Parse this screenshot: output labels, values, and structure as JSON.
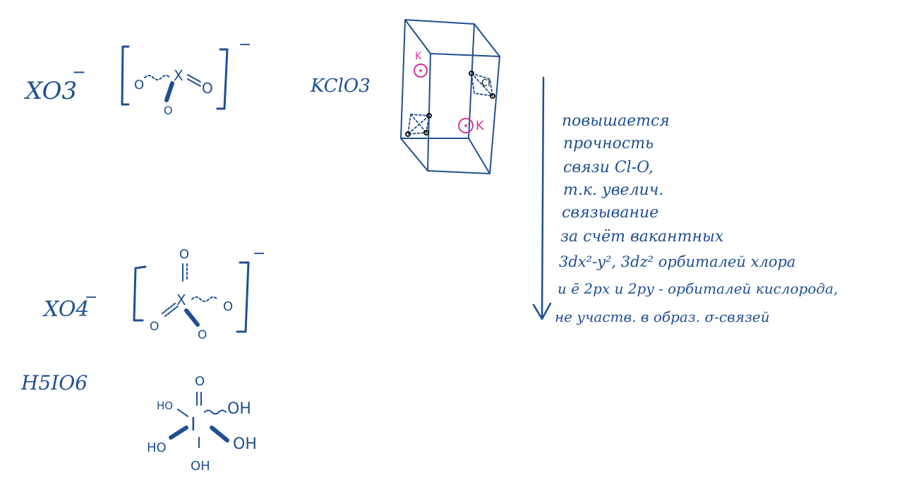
{
  "colors": {
    "ink": "#1f4f91",
    "accent": "#d6339a",
    "background": "#ffffff"
  },
  "formulas": {
    "xo3": "XO3",
    "xo3_charge": "−",
    "kclo3": "KClO3",
    "xo4": "XO4",
    "xo4_charge": "−",
    "h5io6": "H5IO6"
  },
  "xo3_structure": {
    "center": "X",
    "oxygen_left": "O",
    "oxygen_right": "O",
    "oxygen_bottom": "O",
    "charge": "−"
  },
  "xo4_structure": {
    "center": "X",
    "oxygen_top": "O",
    "oxygen_right": "O",
    "oxygen_bottom_left": "O",
    "oxygen_bottom": "O",
    "charge": "−"
  },
  "h5io6_structure": {
    "center": "I",
    "oxygen_top": "O",
    "ho_upper_left": "HO",
    "oh_upper_right": "OH",
    "ho_lower_left": "HO",
    "oh_lower_right": "OH",
    "oh_bottom": "OH"
  },
  "crystal_cell": {
    "label_k_top": "K",
    "label_k_bottom": "K",
    "label_cl": "Cl"
  },
  "notes": {
    "lines": [
      "повышается",
      "прочность",
      "связи Cl-O,",
      "т.к. увелич.",
      "связывание",
      "за счёт вакантных",
      "3dx²-y², 3dz² орбиталей хлора",
      "и ē 2px и 2py - орбиталей кислорода,",
      "не участв. в образ. σ-связей"
    ]
  }
}
